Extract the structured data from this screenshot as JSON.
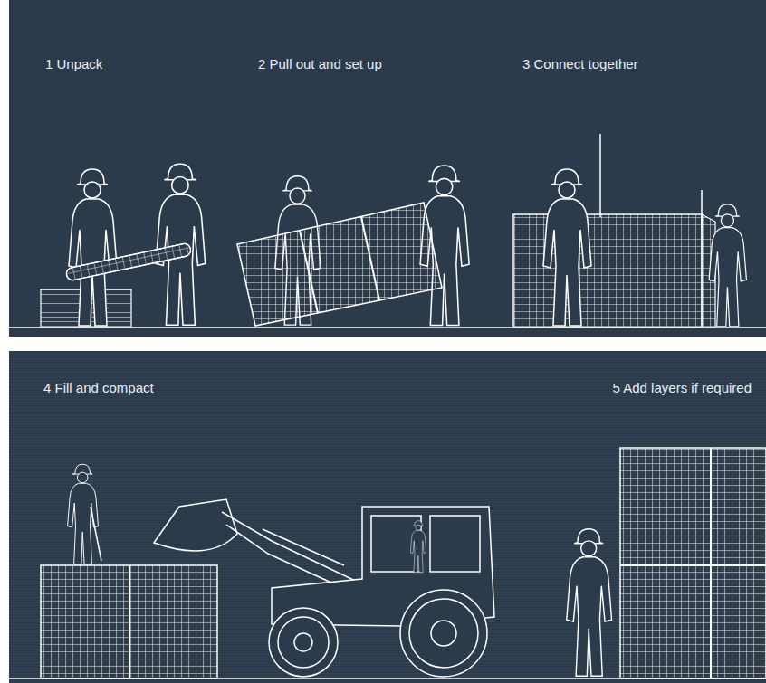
{
  "diagram": {
    "labels": [
      "1 Unpack",
      "2 Pull out and set up",
      "3 Connect together",
      "4 Fill and compact",
      "5 Add layers if required"
    ]
  }
}
